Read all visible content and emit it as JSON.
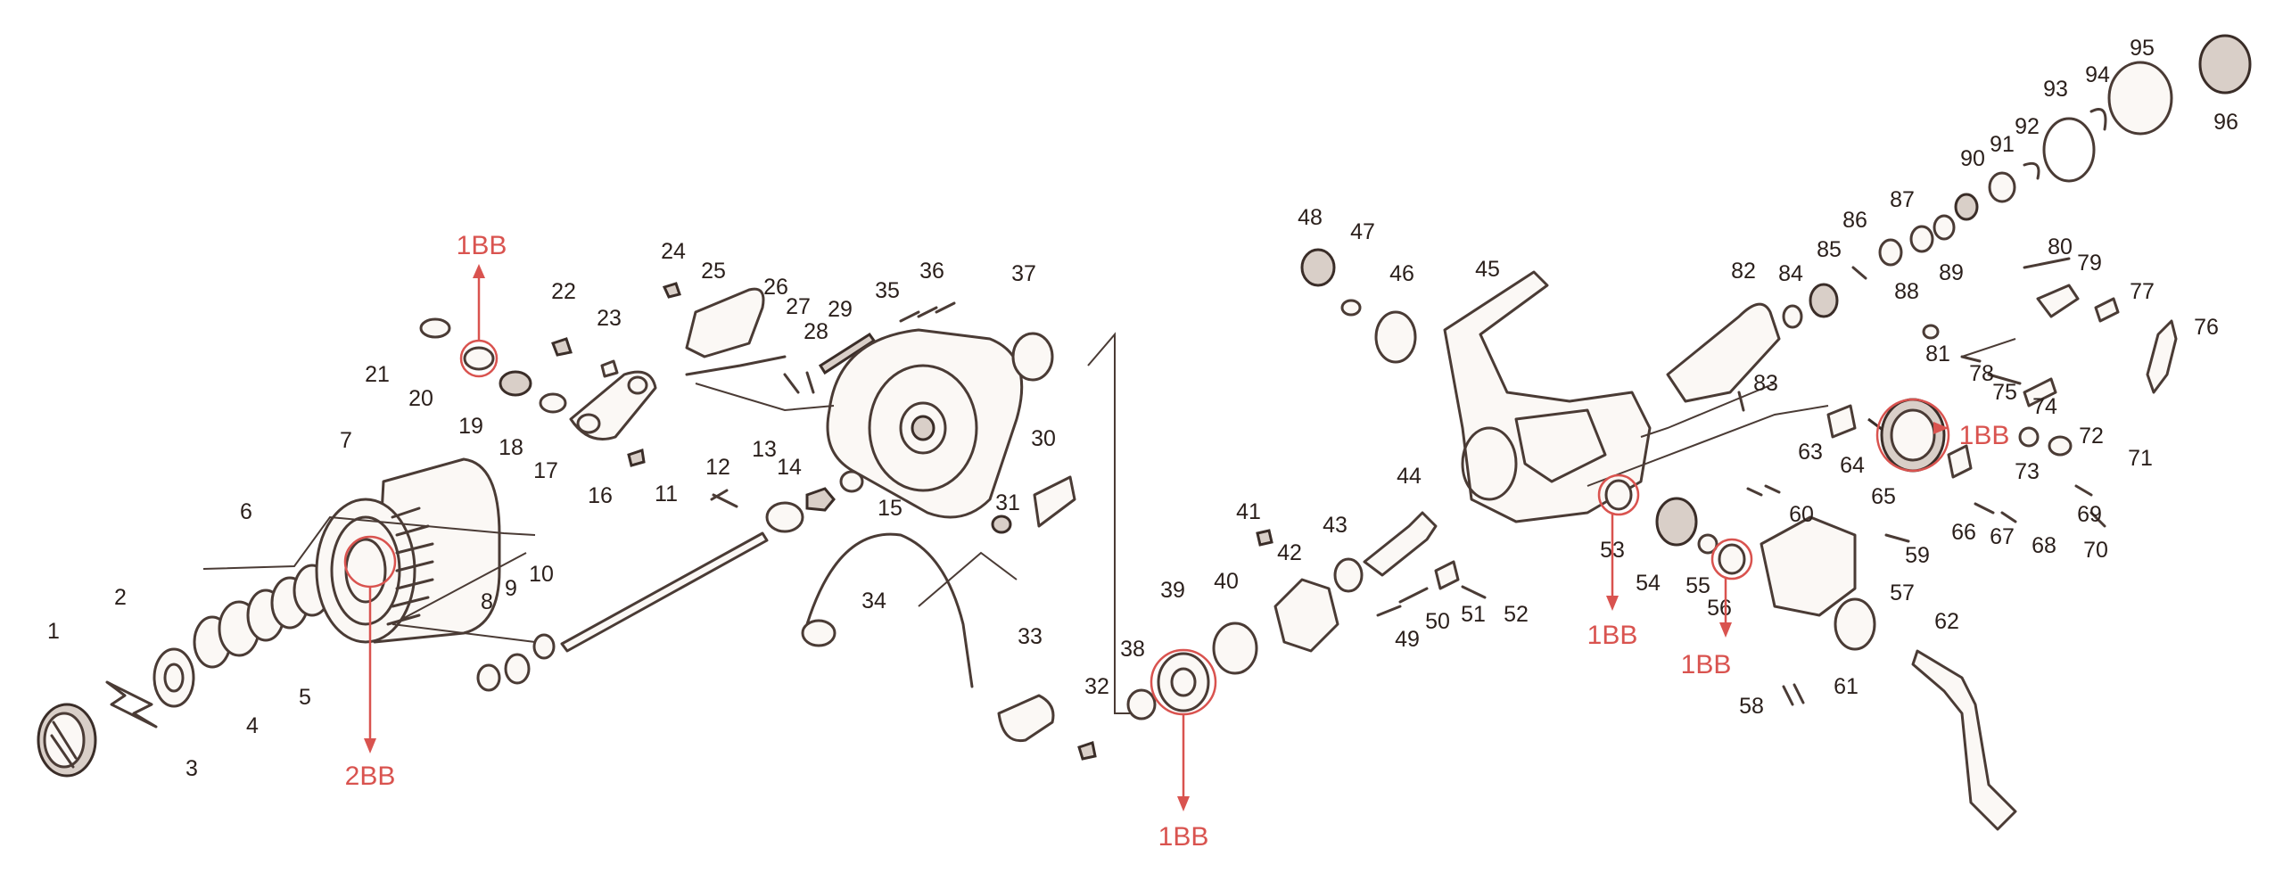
{
  "part_numbers": [
    "1",
    "2",
    "3",
    "4",
    "5",
    "6",
    "7",
    "8",
    "9",
    "10",
    "11",
    "12",
    "13",
    "14",
    "15",
    "16",
    "17",
    "18",
    "19",
    "20",
    "21",
    "22",
    "23",
    "24",
    "25",
    "26",
    "27",
    "28",
    "29",
    "30",
    "31",
    "32",
    "33",
    "34",
    "35",
    "36",
    "37",
    "38",
    "39",
    "40",
    "41",
    "42",
    "43",
    "44",
    "45",
    "46",
    "47",
    "48",
    "49",
    "50",
    "51",
    "52",
    "53",
    "54",
    "55",
    "56",
    "57",
    "58",
    "59",
    "60",
    "61",
    "62",
    "63",
    "64",
    "65",
    "66",
    "67",
    "68",
    "69",
    "70",
    "71",
    "72",
    "73",
    "74",
    "75",
    "76",
    "77",
    "78",
    "79",
    "80",
    "81",
    "82",
    "83",
    "84",
    "85",
    "86",
    "87",
    "88",
    "89",
    "90",
    "91",
    "92",
    "93",
    "94",
    "95",
    "96"
  ],
  "bearing_callouts": [
    "1BB",
    "2BB",
    "1BB",
    "1BB",
    "1BB",
    "1BB"
  ],
  "colors": {
    "line": "#4a3b35",
    "callout": "#d9534f",
    "background": "#ffffff"
  }
}
